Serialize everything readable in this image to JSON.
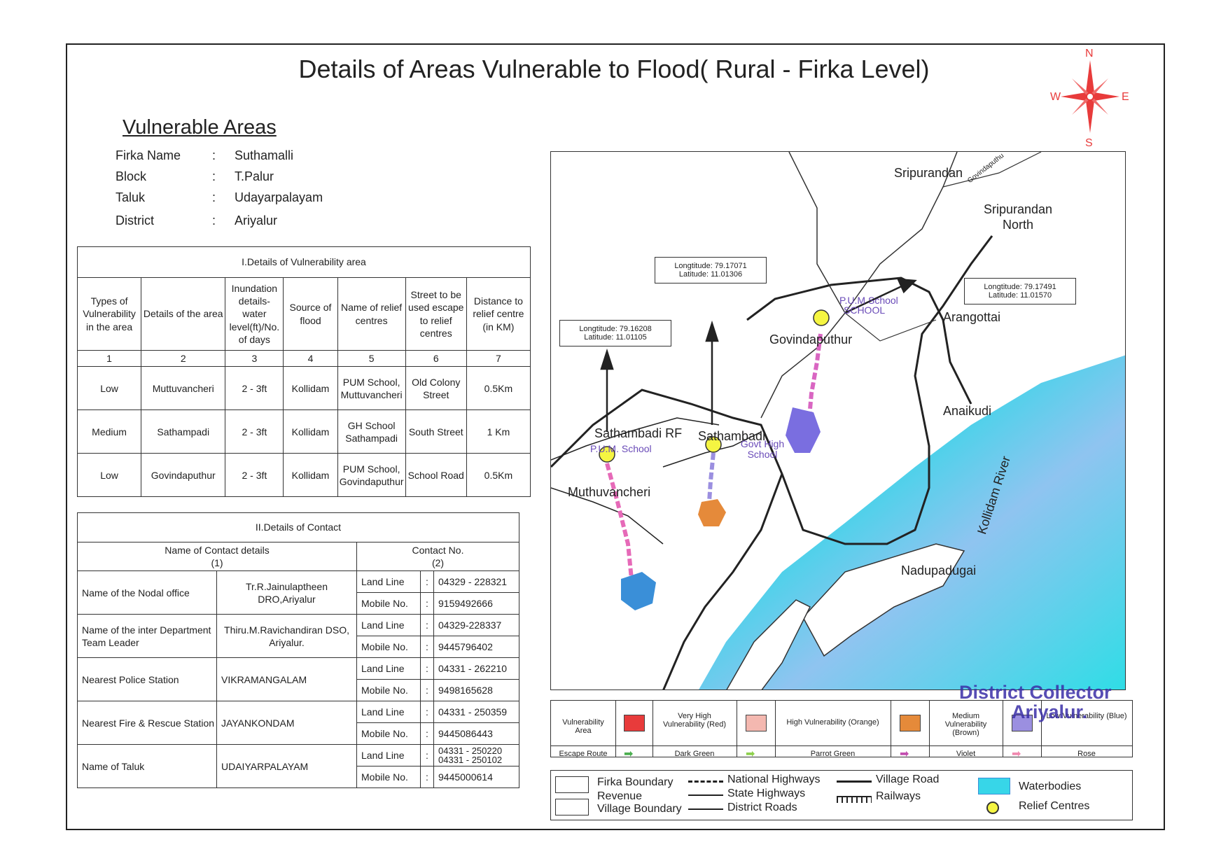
{
  "title": "Details of Areas Vulnerable to Flood( Rural - Firka Level)",
  "compass": {
    "n": "N",
    "s": "S",
    "e": "E",
    "w": "W"
  },
  "vulnerable_areas": {
    "heading": "Vulnerable Areas",
    "rows": [
      {
        "key": "Firka Name",
        "sep": ":",
        "value": "Suthamalli"
      },
      {
        "key": "Block",
        "sep": ":",
        "value": "T.Palur"
      },
      {
        "key": "Taluk",
        "sep": ":",
        "value": "Udayarpalayam"
      },
      {
        "key": "District",
        "sep": ":",
        "value": "Ariyalur"
      }
    ]
  },
  "table1": {
    "title": "I.Details of Vulnerability area",
    "headers": [
      "Types of Vulnerability in the area",
      "Details of the area",
      "Inundation details- water level(ft)/No. of days",
      "Source of flood",
      "Name of relief centres",
      "Street to be used escape to relief centres",
      "Distance to relief centre (in KM)"
    ],
    "numbers": [
      "1",
      "2",
      "3",
      "4",
      "5",
      "6",
      "7"
    ],
    "rows": [
      [
        "Low",
        "Muttuvancheri",
        "2 - 3ft",
        "Kollidam",
        "PUM School, Muttuvancheri",
        "Old Colony Street",
        "0.5Km"
      ],
      [
        "Medium",
        "Sathampadi",
        "2 - 3ft",
        "Kollidam",
        "GH School Sathampadi",
        "South Street",
        "1 Km"
      ],
      [
        "Low",
        "Govindaputhur",
        "2 - 3ft",
        "Kollidam",
        "PUM School, Govindaputhur",
        "School Road",
        "0.5Km"
      ]
    ]
  },
  "table2": {
    "title": "II.Details of Contact",
    "col1": "Name of Contact details",
    "col1_num": "(1)",
    "col2": "Contact No.",
    "col2_num": "(2)",
    "land_line": "Land Line",
    "mobile": "Mobile No.",
    "sep": ":",
    "rows": [
      {
        "role": "Name of the Nodal office",
        "name": "Tr.R.Jainulaptheen DRO,Ariyalur",
        "land": "04329 - 228321",
        "mobile": "9159492666"
      },
      {
        "role": "Name of the inter Department Team Leader",
        "name": "Thiru.M.Ravichandiran DSO, Ariyalur.",
        "land": "04329-228337",
        "mobile": "9445796402"
      },
      {
        "role": "Nearest Police Station",
        "name": "VIKRAMANGALAM",
        "land": "04331 - 262210",
        "mobile": "9498165628"
      },
      {
        "role": "Nearest Fire & Rescue Station",
        "name": "JAYANKONDAM",
        "land": "04331 - 250359",
        "mobile": "9445086443"
      },
      {
        "role": "Name of Taluk",
        "name": "UDAIYARPALAYAM",
        "land": "04331 - 250220",
        "land2": "04331 - 250102",
        "mobile": "9445000614"
      }
    ]
  },
  "map": {
    "places": {
      "sripurandan": "Sripurandan",
      "govindaputhur_road": "Govindaputhu",
      "sripurandan_north": "Sripurandan North",
      "arangottai": "Arangottai",
      "govindaputhur": "Govindaputhur",
      "anaikudi": "Anaikudi",
      "sathambadi_rf": "Sathambadi RF",
      "sathambadi": "Sathambadi",
      "muthuvancheri": "Muthuvancheri",
      "kollidam_river": "Kollidam River",
      "nadupadugai": "Nadupadugai"
    },
    "relief_centres": {
      "pum_school_govind": "P.U.M School",
      "pum_school_govind2": "SCHOOL",
      "pum_school_muthu": "P.U.M. School",
      "govt_high_school": "Govt High School"
    },
    "coords": [
      {
        "lon": "Longtitude: 79.17071",
        "lat": "Latitude: 11.01306"
      },
      {
        "lon": "Longtitude: 79.17491",
        "lat": "Latitude: 11.01570"
      },
      {
        "lon": "Longtitude: 79.16208",
        "lat": "Latitude: 11.01105"
      }
    ]
  },
  "legend": {
    "vulnerability_area": "Vulnerability Area",
    "very_high": "Very High Vulnerability (Red)",
    "high": "High Vulnerability (Orange)",
    "medium": "Medium Vulnerability (Brown)",
    "low": "Low Vulnerability (Blue)",
    "escape_route": "Escape Route",
    "dark_green": "Dark Green",
    "parrot_green": "Parrot Green",
    "violet": "Violet",
    "rose": "Rose",
    "colors": {
      "very_high": "#e83b3b",
      "high": "#f4b8b0",
      "medium": "#e58a3a",
      "low": "#9b8fe0",
      "dark_green": "#4caf50",
      "parrot_green": "#8fd14f",
      "violet": "#c34fb0",
      "rose": "#f08ab0",
      "water": "#37d6e8"
    }
  },
  "legend2": {
    "firka_boundary": "Firka Boundary",
    "revenue": "Revenue",
    "village_boundary": "Village Boundary",
    "national_highways": "National Highways",
    "state_highways": "State Highways",
    "district_roads": "District Roads",
    "village_road": "Village Road",
    "railways": "Railways",
    "waterbodies": "Waterbodies",
    "relief_centres": "Relief Centres"
  },
  "stamp": {
    "line1": "District Collector",
    "line2": "Ariyalur."
  }
}
